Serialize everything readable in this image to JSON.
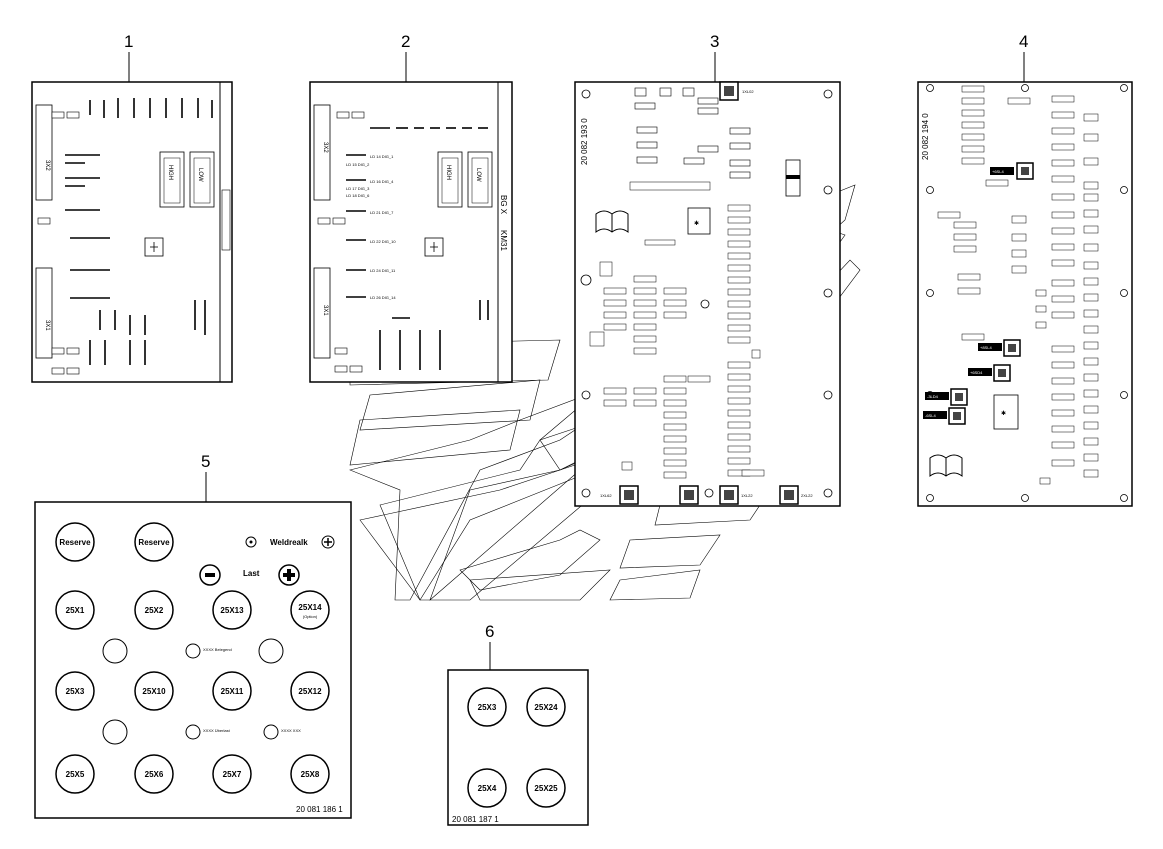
{
  "callouts": [
    "1",
    "2",
    "3",
    "4",
    "5",
    "6"
  ],
  "panel1": {
    "connectors": [
      "3X2",
      "3X1"
    ],
    "relay_labels": [
      "HIGH",
      "LOW"
    ]
  },
  "panel2": {
    "connectors": [
      "3X2",
      "3X1"
    ],
    "relay_labels": [
      "HIGH",
      "LOW"
    ],
    "side_text": "BG X",
    "side_text2": "KM31",
    "leds": [
      "LD 14 DIG_1",
      "LD 15 DIG_2",
      "LD 16 DIG_4",
      "LD 17 DIG_3",
      "LD 18 DIG_6",
      "LD 21 DIG_7",
      "LD 22 DIG_10",
      "LD 24 DIG_11",
      "LD 26 DIG_14"
    ]
  },
  "panel3": {
    "part_number": "20 082 193 0",
    "top_connector": "1XL02",
    "bottom_connectors": [
      "1XL62",
      "1XL22",
      "2XL22"
    ]
  },
  "panel4": {
    "part_number": "20 082 194 0",
    "switch_labels": [
      "+6SL4",
      "+8SL4",
      "+6SD4",
      "-3LD4",
      "-6SL4"
    ]
  },
  "panel5": {
    "part_number": "20 081 186 1",
    "buttons": [
      "Reserve",
      "Reserve",
      "25X13",
      "25X14",
      "25X1",
      "25X2",
      "25X3",
      "25X10",
      "25X11",
      "25X12",
      "25X5",
      "25X6",
      "25X7",
      "25X8"
    ],
    "sub_label_25x14": "(Option)",
    "legend_weldrealk": "Weldrealk",
    "legend_last": "Last",
    "small_labels": [
      "XXXX Belegend",
      "XXXX Überlast",
      "XXXX XXX"
    ]
  },
  "panel6": {
    "part_number": "20 081 187 1",
    "buttons": [
      "25X3",
      "25X24",
      "25X4",
      "25X25"
    ]
  }
}
